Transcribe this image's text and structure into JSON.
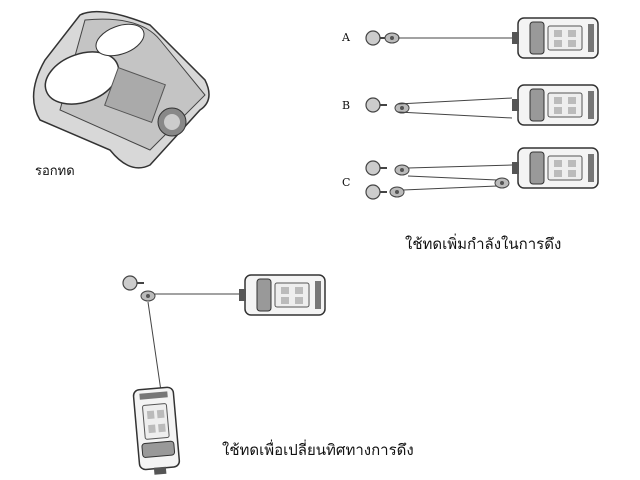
{
  "pulley_label": "รอกทด",
  "rows": [
    {
      "label": "A"
    },
    {
      "label": "B"
    },
    {
      "label": "C"
    }
  ],
  "caption_power": "ใช้ทดเพิ่มกำลังในการดึง",
  "caption_direction": "ใช้ทดเพื่อเปลี่ยนทิศทางการดึง"
}
